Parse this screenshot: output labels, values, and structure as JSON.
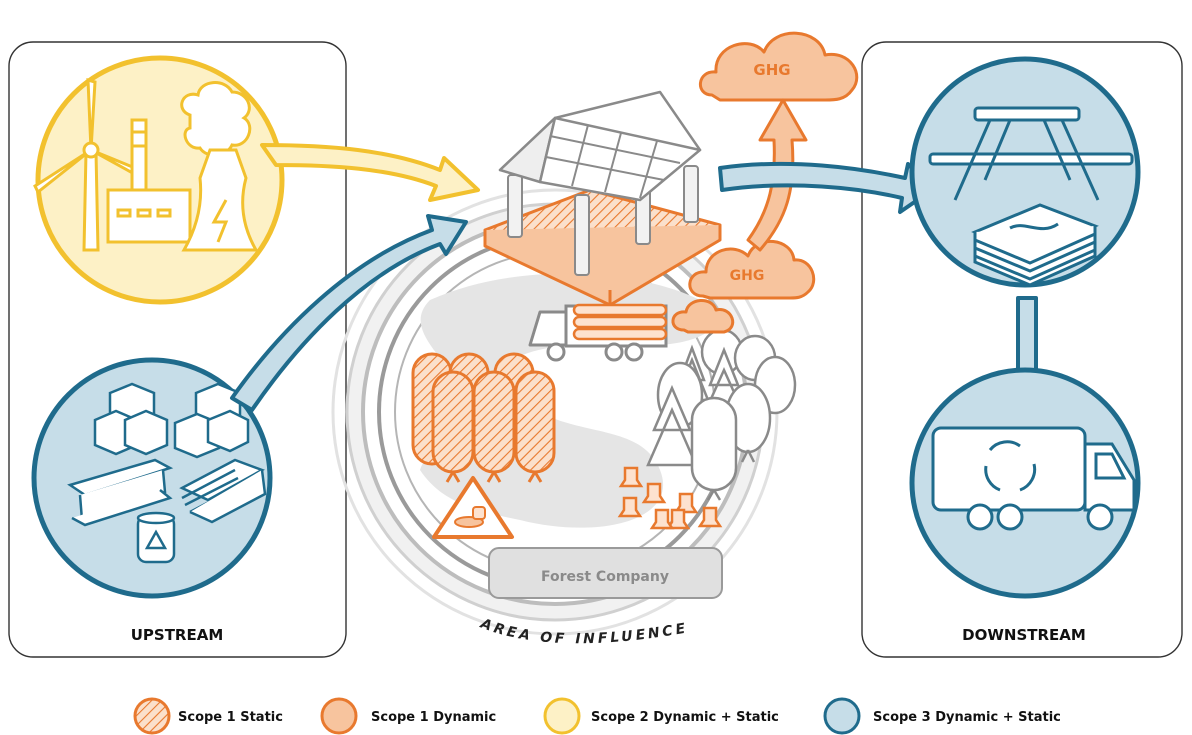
{
  "panels": {
    "upstream_label": "UPSTREAM",
    "downstream_label": "DOWNSTREAM"
  },
  "center": {
    "area_label": "AREA OF INFLUENCE",
    "company_label": "Forest Company"
  },
  "emissions": {
    "cloud_top": "GHG",
    "cloud_mid": "GHG"
  },
  "legend": [
    {
      "label": "Scope 1 Static",
      "swatch": "hatched-orange"
    },
    {
      "label": "Scope 1 Dynamic",
      "swatch": "orange"
    },
    {
      "label": "Scope 2 Dynamic + Static",
      "swatch": "yellow"
    },
    {
      "label": "Scope 3 Dynamic + Static",
      "swatch": "blue"
    }
  ],
  "colors": {
    "orange": "#e8792e",
    "orange_fill": "#f7c49e",
    "yellow": "#f2c12e",
    "yellow_fill": "#fdf1c6",
    "blue": "#1f6b8c",
    "blue_fill": "#c6dde8",
    "gray": "#9a9a9a"
  },
  "icons": [
    "wind-turbine-icon",
    "factory-icon",
    "power-plant-icon",
    "boxes-icon",
    "steel-beams-icon",
    "lumber-icon",
    "chemical-barrel-icon",
    "sawmill-icon",
    "log-truck-icon",
    "forest-icon",
    "tree-stumps-icon",
    "oil-spill-warning-icon",
    "picnic-table-icon",
    "planks-icon",
    "recycling-truck-icon"
  ]
}
